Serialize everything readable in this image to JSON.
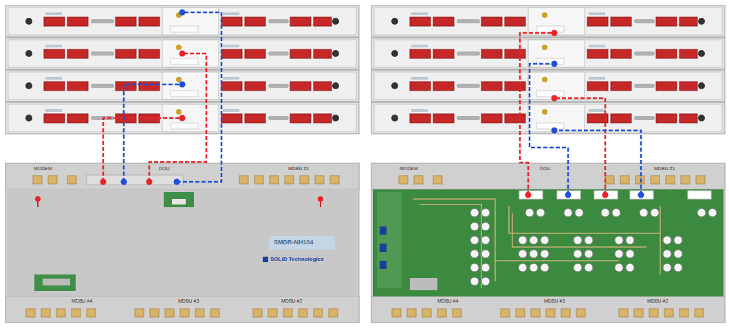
{
  "diagram": {
    "nodes": [
      {
        "text": [
          "MODEM",
          "DOU",
          "MDBU #1",
          "SMDR-NH104",
          "SOLiD Technologies",
          "MDBU #4",
          "MDBU #3",
          "MDBU #2"
        ]
      },
      {
        "text": [
          "MODEM",
          "DOU",
          "MDBU #1",
          "MDBU #4",
          "MDBU #3",
          "MDBU #2"
        ]
      }
    ]
  }
}
